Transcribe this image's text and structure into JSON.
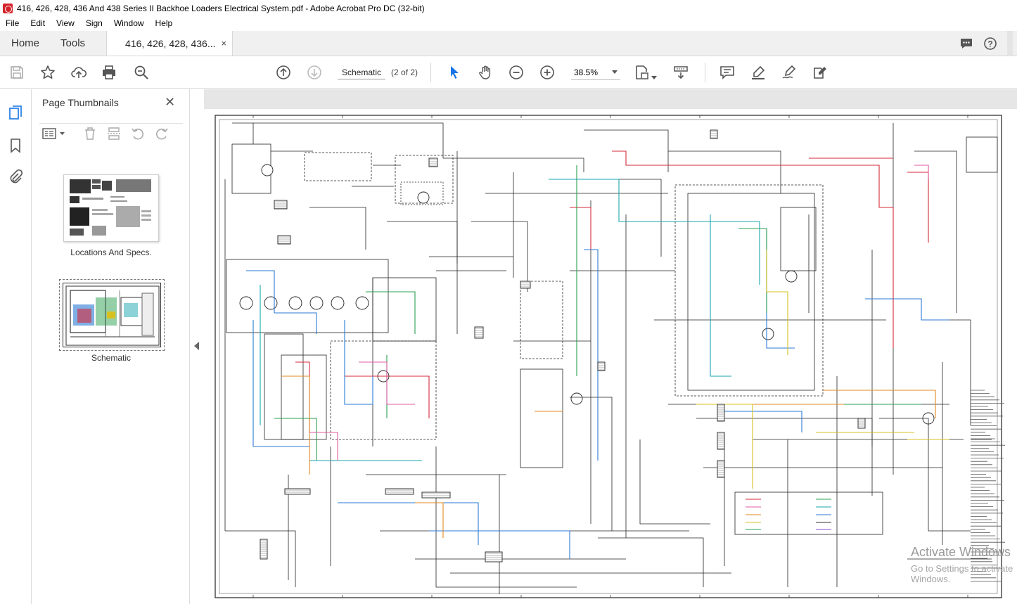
{
  "window": {
    "title": "416, 426, 428, 436 And 438 Series II Backhoe Loaders Electrical System.pdf - Adobe Acrobat Pro DC (32-bit)"
  },
  "menu": [
    "File",
    "Edit",
    "View",
    "Sign",
    "Window",
    "Help"
  ],
  "tabs": {
    "home": "Home",
    "tools": "Tools",
    "document": "416, 426, 428, 436...",
    "close": "×"
  },
  "toolbar": {
    "page_name": "Schematic",
    "page_count": "(2 of 2)",
    "zoom": "38.5%"
  },
  "thumbnails": {
    "title": "Page Thumbnails",
    "close": "✕",
    "pages": [
      {
        "label": "Locations And Specs."
      },
      {
        "label": "Schematic"
      }
    ]
  },
  "watermark": {
    "line1": "Activate Windows",
    "line2": "Go to Settings to activate Windows."
  },
  "colors": {
    "accent": "#1473e6",
    "wire_red": "#d42a3a",
    "wire_blue": "#2a7ad4",
    "wire_green": "#2aa050",
    "wire_teal": "#1aa5b0",
    "wire_orange": "#e08a20",
    "wire_pink": "#e05aa0",
    "wire_yellow": "#d8c020"
  }
}
